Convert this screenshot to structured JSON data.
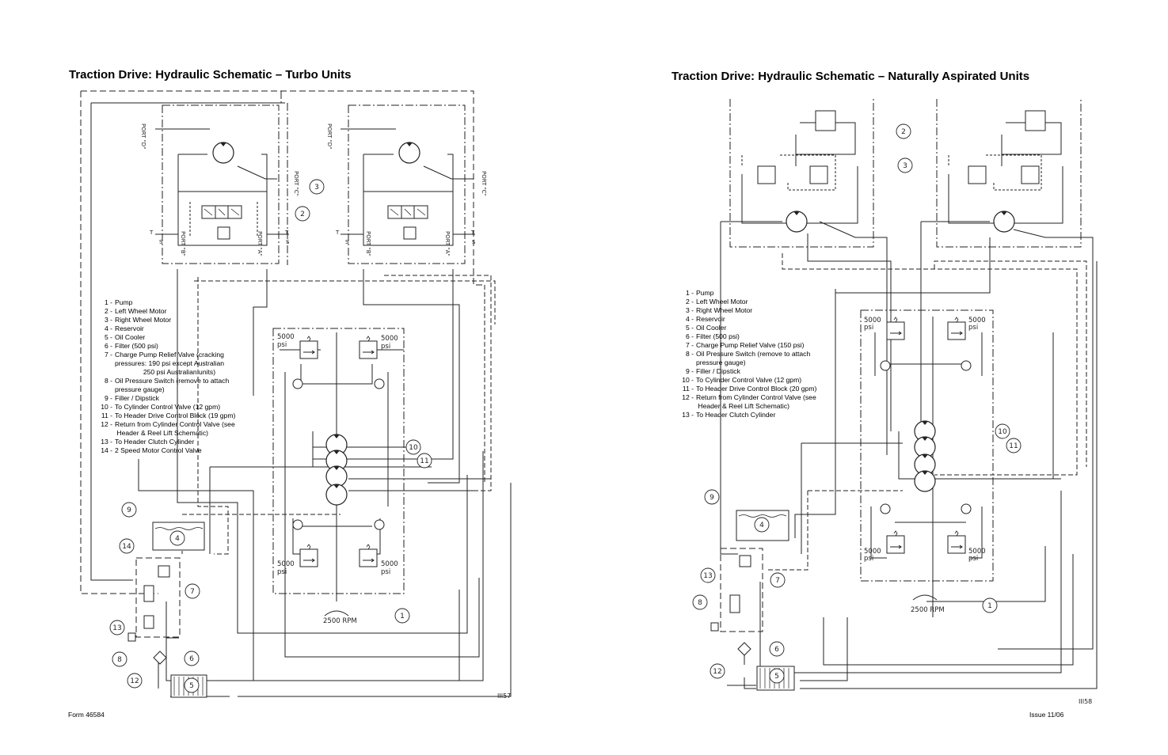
{
  "left_page": {
    "title": "Traction Drive: Hydraulic Schematic – Turbo Units",
    "legend": [
      {
        "num": "1 -",
        "text": "Pump"
      },
      {
        "num": "2 -",
        "text": "Left Wheel Motor"
      },
      {
        "num": "3 -",
        "text": "Right Wheel Motor"
      },
      {
        "num": "4 -",
        "text": "Reservoir"
      },
      {
        "num": "5 -",
        "text": "Oil Cooler"
      },
      {
        "num": "6 -",
        "text": "Filter (500 psi)"
      },
      {
        "num": "7 -",
        "text": "Charge Pump Relief Valve (cracking\npressures: 190 psi except Australian\n               250 psi Australian units)"
      },
      {
        "num": "8 -",
        "text": "Oil Pressure Switch (remove to attach\npressure gauge)"
      },
      {
        "num": "9 -",
        "text": "Filler / Dipstick"
      },
      {
        "num": "10 -",
        "text": "To Cylinder Control Valve (12 gpm)"
      },
      {
        "num": "11 -",
        "text": "To Header Drive Control Block (19 gpm)"
      },
      {
        "num": "12 -",
        "text": "Return from Cylinder Control Valve (see\n Header & Reel Lift Schematic)"
      },
      {
        "num": "13 -",
        "text": "To Header Clutch Cylinder"
      },
      {
        "num": "14 -",
        "text": "2 Speed Motor Control Valve"
      }
    ],
    "footer": "Form 46584",
    "drawing_id": "III57",
    "rpm": "2500 RPM",
    "psi_value": "5000",
    "psi_unit": "psi",
    "port_labels": {
      "d": "PORT \"D\"",
      "c": "PORT \"C\"",
      "b": "PORT \"B\"",
      "a": "PORT \"A\"",
      "t": "T",
      "s": "S"
    },
    "callouts": [
      "1",
      "2",
      "3",
      "4",
      "5",
      "6",
      "7",
      "8",
      "9",
      "10",
      "11",
      "12",
      "13",
      "14"
    ]
  },
  "right_page": {
    "title": "Traction Drive: Hydraulic Schematic – Naturally Aspirated Units",
    "legend": [
      {
        "num": "1 -",
        "text": "Pump"
      },
      {
        "num": "2 -",
        "text": "Left Wheel Motor"
      },
      {
        "num": "3 -",
        "text": "Right Wheel Motor"
      },
      {
        "num": "4 -",
        "text": "Reservoir"
      },
      {
        "num": "5 -",
        "text": "Oil Cooler"
      },
      {
        "num": "6 -",
        "text": "Filter (500 psi)"
      },
      {
        "num": "7 -",
        "text": "Charge Pump Relief Valve (150 psi)"
      },
      {
        "num": "8 -",
        "text": "Oil Pressure Switch (remove to attach\npressure gauge)"
      },
      {
        "num": "9 -",
        "text": "Filler / Dipstick"
      },
      {
        "num": "10 -",
        "text": "To Cylinder Control Valve (12 gpm)"
      },
      {
        "num": "11 -",
        "text": "To Header Drive Control Block (20 gpm)"
      },
      {
        "num": "12 -",
        "text": "Return from Cylinder Control Valve (see\n Header & Reel Lift Schematic)"
      },
      {
        "num": "13 -",
        "text": "To Header Clutch Cylinder"
      }
    ],
    "footer": "Issue 11/06",
    "drawing_id": "III58",
    "rpm": "2500 RPM",
    "psi_value": "5000",
    "psi_unit": "psi",
    "callouts": [
      "1",
      "2",
      "3",
      "4",
      "5",
      "6",
      "7",
      "8",
      "9",
      "10",
      "11",
      "12",
      "13"
    ]
  },
  "colors": {
    "ink": "#222222",
    "grey": "#555555",
    "background": "#ffffff"
  }
}
